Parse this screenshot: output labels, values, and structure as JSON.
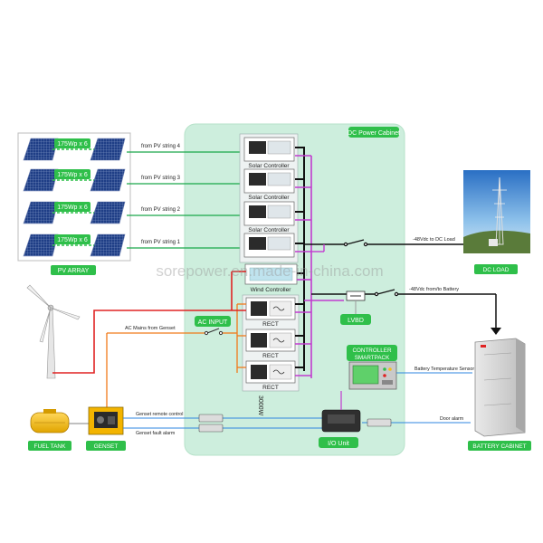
{
  "cabinet": {
    "title": "DC Power Cabinet"
  },
  "pv": {
    "string_label": "175Wp x 6",
    "array_label": "PV  ARRAY"
  },
  "strings": [
    "from PV string 4",
    "from PV string 3",
    "from PV string 2",
    "from PV string 1"
  ],
  "controllers": {
    "solar": "Solar Controller",
    "wind": "Wind Controller",
    "rect": "RECT",
    "rect_rating": "3000W"
  },
  "labels": {
    "ac_input": "AC INPUT",
    "ac_mains": "AC Mains from Genset",
    "dc_load_feed": "-48Vdc to DC Load",
    "battery_feed": "-48Vdc from/to Battery",
    "lvbd": "LVBD",
    "controller_line1": "CONTROLLER",
    "controller_line2": "SMARTPACK",
    "battery_temp_sensor": "Battery Temperature Sensor",
    "genset_remote": "Genset remote control",
    "genset_fault": "Genset fault alarm",
    "door_alarm": "Door alarm",
    "io_unit": "I/O Unit",
    "dc_load": "DC LOAD",
    "battery_cabinet": "BATTERY CABINET",
    "fuel_tank": "FUEL TANK",
    "genset": "GENSET",
    "watermark": "sorepower.en.made-in-china.com"
  },
  "colors": {
    "cabinet_bg": "#cdeedd",
    "cabinet_border": "#b6e2c9",
    "tag_green": "#2fbf4a",
    "pv_link": "#1aa84a",
    "ac_orange": "#f07a1a",
    "dc_black": "#111111",
    "dc_purple": "#c23bd0",
    "signal_blue": "#2e86e0",
    "wind_red": "#e02323",
    "gray_line": "#9a9a9a"
  }
}
